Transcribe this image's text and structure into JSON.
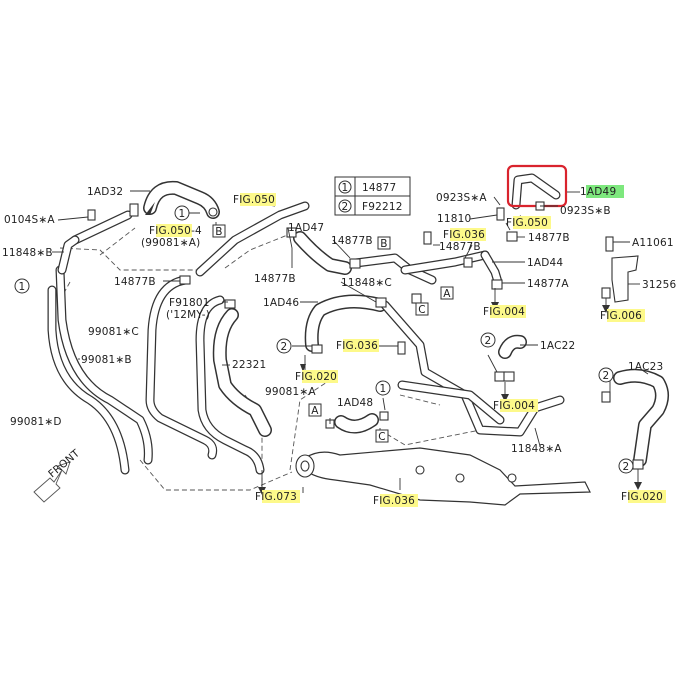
{
  "legend": {
    "rows": [
      {
        "num": "1",
        "code": "14877"
      },
      {
        "num": "2",
        "code": "F92212"
      }
    ]
  },
  "labels": {
    "l_1ad32": "1AD32",
    "l_0104s": "0104S∗A",
    "l_11848b": "11848∗B",
    "l_fig050_4_pre": "F",
    "l_fig050_4_hl": "IG.050",
    "l_fig050_4_post": "-4",
    "l_99081a_paren": "(99081∗A)",
    "l_fig050_top_pre": "F",
    "l_fig050_top_hl": "IG.050",
    "l_box_b1": "B",
    "l_1ad47": "1AD47",
    "l_14877b_a": "14877B",
    "l_14877b_b": "14877B",
    "l_14877b_c": "14877B",
    "l_14877b_d": "14877B",
    "l_99081c": "99081∗C",
    "l_99081b": "99081∗B",
    "l_99081d": "99081∗D",
    "l_f91801": "F91801",
    "l_12my": "('12MY-)",
    "l_1ad46": "1AD46",
    "l_22321": "22321",
    "l_99081a": "99081∗A",
    "l_fig020_a_pre": "F",
    "l_fig020_a_hl": "IG.020",
    "l_fig036_a_pre": "F",
    "l_fig036_a_hl": "IG.036",
    "l_fig073_pre": "F",
    "l_fig073_hl": "IG.073",
    "l_front": "FRONT",
    "l_0923sa": "0923S∗A",
    "l_1ad49_pre": "1",
    "l_1ad49_hl": "AD49",
    "l_0923sb": "0923S∗B",
    "l_11810": "11810",
    "l_fig050_b_pre": "F",
    "l_fig050_b_hl": "IG.050",
    "l_fig036_b_pre": "F",
    "l_fig036_b_hl": "IG.036",
    "l_11848c": "11848∗C",
    "l_1ad44": "1AD44",
    "l_14877a": "14877A",
    "l_box_c1": "C",
    "l_box_a1": "A",
    "l_fig004_a_pre": "F",
    "l_fig004_a_hl": "IG.004",
    "l_a11061": "A11061",
    "l_31256": "31256",
    "l_fig006_pre": "F",
    "l_fig006_hl": "IG.006",
    "l_1ac22": "1AC22",
    "l_fig004_b_pre": "F",
    "l_fig004_b_hl": "IG.004",
    "l_1ad48": "1AD48",
    "l_box_a2": "A",
    "l_box_c2": "C",
    "l_11848a": "11848∗A",
    "l_1ac23": "1AC23",
    "l_fig020_b_pre": "F",
    "l_fig020_b_hl": "IG.020",
    "l_fig036_c_pre": "F",
    "l_fig036_c_hl": "IG.036"
  },
  "callout_numbers": {
    "one": "1",
    "two": "2"
  },
  "colors": {
    "highlight_yellow": "#fdf98a",
    "highlight_green": "#7ee87e",
    "selection_red": "#d9232d",
    "line_dark": "#333333"
  }
}
